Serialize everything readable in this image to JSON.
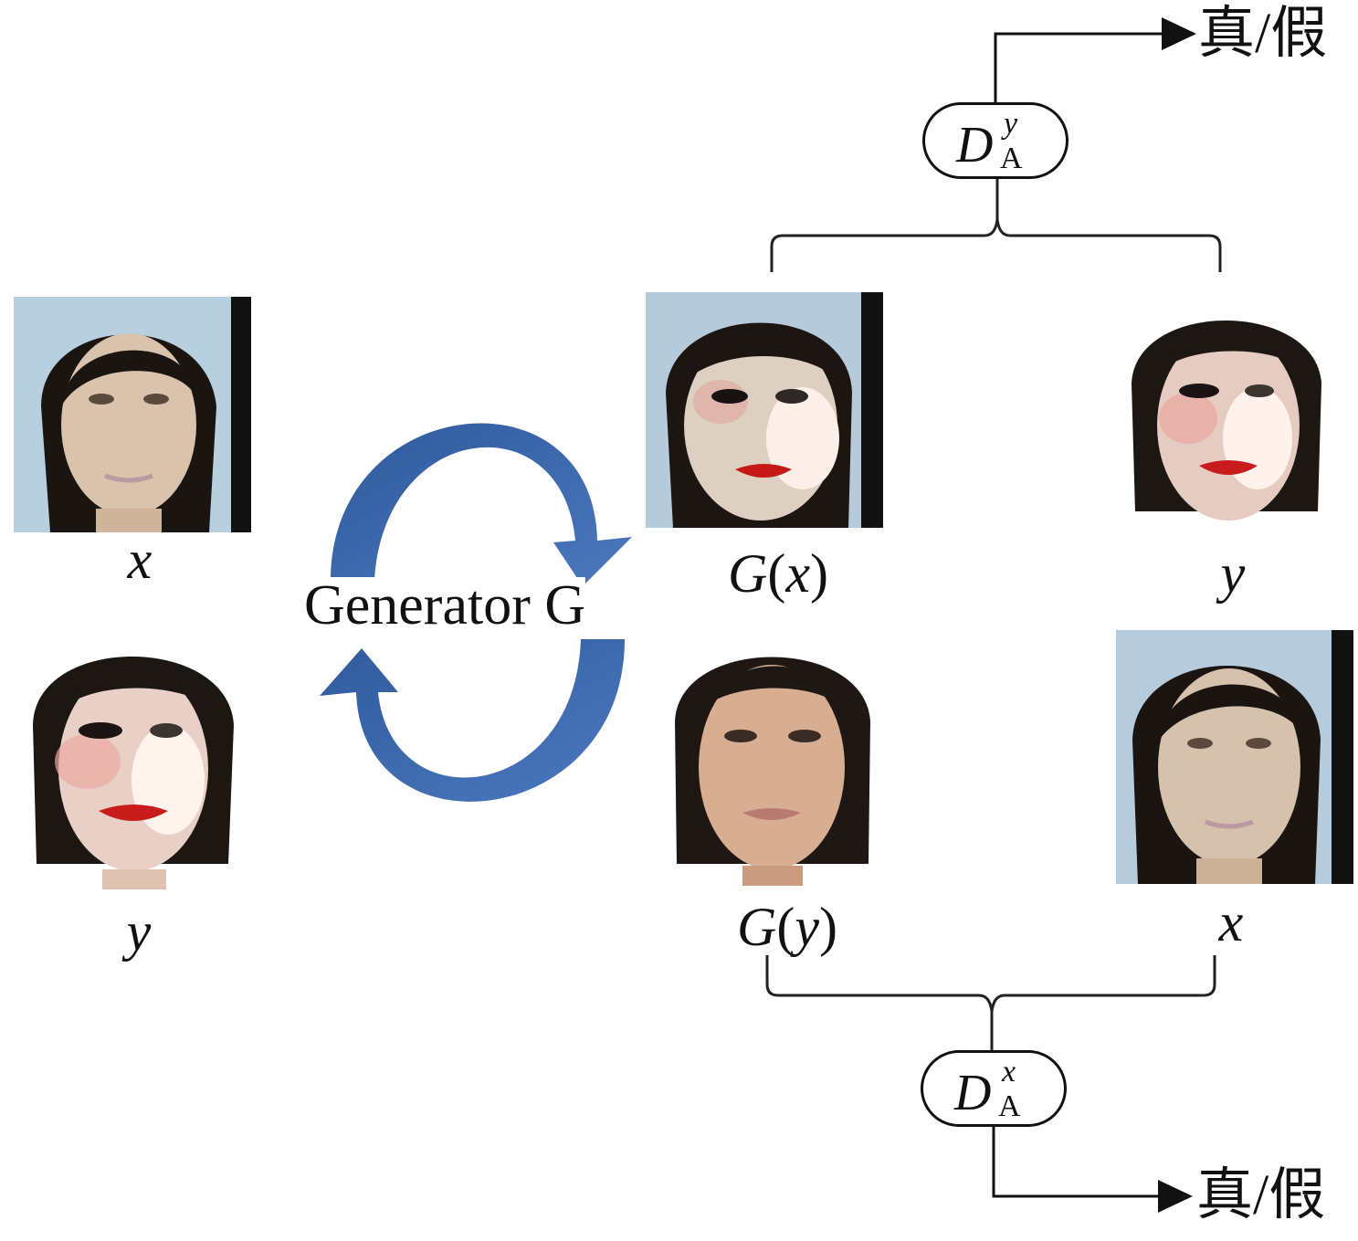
{
  "left_panel": {
    "x_label": "x",
    "y_label": "y"
  },
  "generator": {
    "label": "Generator G",
    "arrow_color": "#3f67a8"
  },
  "middle_panel": {
    "gx_label": {
      "g": "G",
      "open": "(",
      "var": "x",
      "close": ")"
    },
    "gy_label": {
      "g": "G",
      "open": "(",
      "var": "y",
      "close": ")"
    }
  },
  "right_panel": {
    "y_label": "y",
    "x_label": "x"
  },
  "discriminator_top": {
    "d": "D",
    "sub": "A",
    "sup": "y",
    "output": "真/假"
  },
  "discriminator_bottom": {
    "d": "D",
    "sub": "A",
    "sup": "x",
    "output": "真/假"
  }
}
